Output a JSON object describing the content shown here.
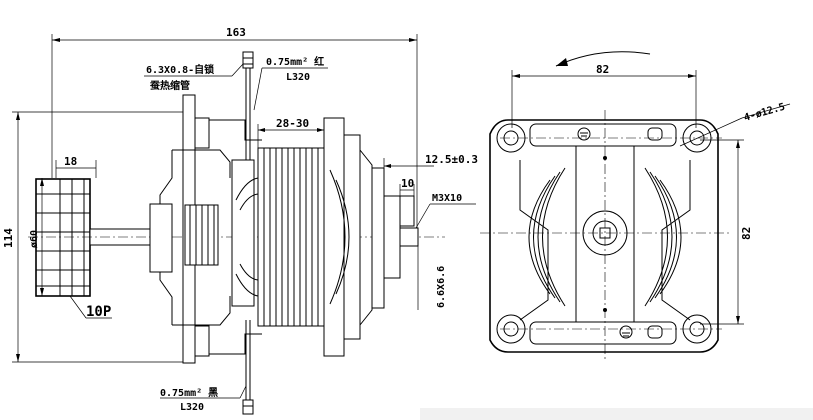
{
  "labels": {
    "overall_length": "163",
    "side_width": "82",
    "side_height": "82",
    "height_left": "114",
    "hub_width": "18",
    "shaft_diameter": "ø60",
    "stator_length": "28-30",
    "shaft_extension": "12.5±0.3",
    "shaft_ten": "10",
    "thread": "M3X10",
    "flat": "6.6X6.6",
    "holes": "4-ø12.5",
    "connector_label": "6.3X0.8-自锁",
    "tube_label": "蚕热缩管",
    "wire_top": "0.75mm² 红",
    "wire_top_len": "L320",
    "wire_bottom": "0.75mm² 黑",
    "wire_bottom_len": "L320",
    "fan_label": "10P"
  },
  "colors": {
    "line": "#000000",
    "background": "#ffffff"
  }
}
